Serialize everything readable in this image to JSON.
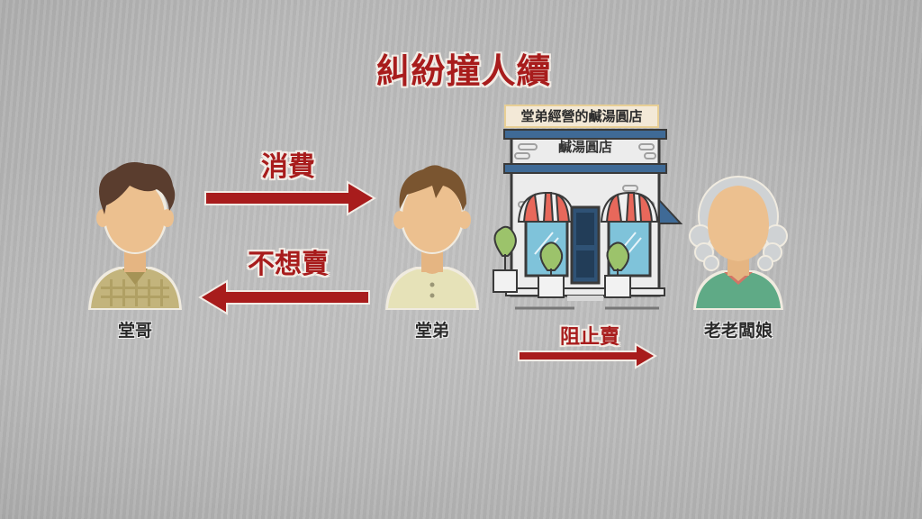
{
  "title": "糾紛撞人續",
  "people": {
    "cousin_elder": {
      "label": "堂哥"
    },
    "cousin_younger": {
      "label": "堂弟"
    },
    "old_owner": {
      "label": "老老闆娘"
    }
  },
  "arrows": {
    "consume": {
      "label": "消費",
      "direction": "right"
    },
    "not_want_sell": {
      "label": "不想賣",
      "direction": "left"
    },
    "stop_sell": {
      "label": "阻止賣",
      "direction": "right"
    }
  },
  "shop": {
    "caption": "堂弟經營的鹹湯圓店",
    "sign": "鹹湯圓店"
  },
  "colors": {
    "accent_red": "#a81c1c",
    "background": "#bcbcbc",
    "shop_blue": "#3f6a96",
    "awning_red": "#e8685b"
  }
}
